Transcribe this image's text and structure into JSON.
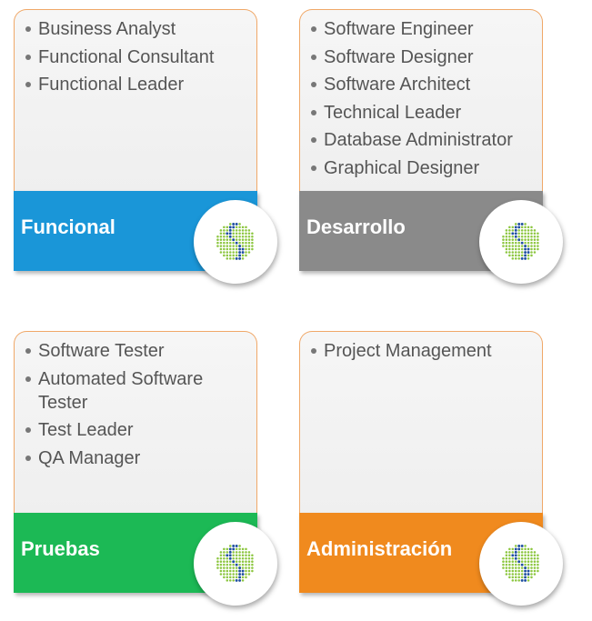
{
  "cards": [
    {
      "title": "Funcional",
      "color": "#1a96d8",
      "items": [
        "Business Analyst",
        "Functional Consultant",
        "Functional Leader"
      ]
    },
    {
      "title": "Desarrollo",
      "color": "#8a8a8a",
      "items": [
        "Software Engineer",
        "Software Designer",
        "Software Architect",
        "Technical Leader",
        "Database Administrator",
        "Graphical Designer"
      ]
    },
    {
      "title": "Pruebas",
      "color": "#1cb955",
      "items": [
        "Software Tester",
        "Automated Software Tester",
        "Test Leader",
        "QA Manager"
      ]
    },
    {
      "title": "Administración",
      "color": "#f08a1e",
      "items": [
        "Project Management"
      ]
    }
  ],
  "logo": {
    "icon": "dotted-s-logo-icon",
    "dot_color": "#8cc63f",
    "curve_color": "#1f4fa0"
  }
}
